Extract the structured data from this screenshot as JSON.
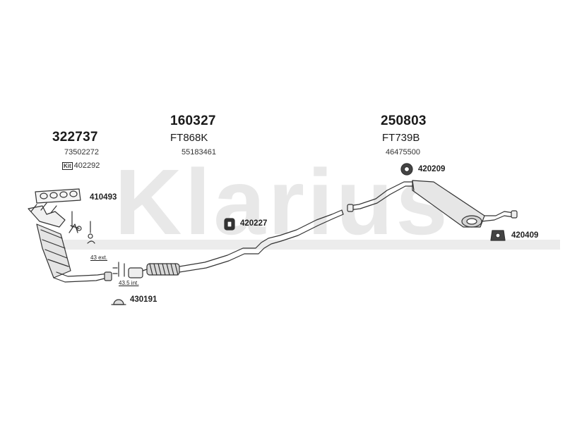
{
  "watermark": {
    "text": "Klarius"
  },
  "groups": [
    {
      "part_number": "322737",
      "sub_ref": "73502272",
      "kit_label": "Kit",
      "kit_number": "402292"
    },
    {
      "part_number": "160327",
      "code": "FT868K",
      "sub_ref": "55183461"
    },
    {
      "part_number": "250803",
      "code": "FT739B",
      "sub_ref": "46475500"
    }
  ],
  "fittings": [
    {
      "number": "410493",
      "icon": "gasket-icon"
    },
    {
      "number": "420227",
      "icon": "rubber-hanger-icon"
    },
    {
      "number": "420209",
      "icon": "rubber-mount-icon"
    },
    {
      "number": "420409",
      "icon": "rubber-mount-icon"
    },
    {
      "number": "430191",
      "icon": "clamp-icon"
    }
  ],
  "dimensions": [
    {
      "text": "43 ext."
    },
    {
      "text": "43.5 int."
    }
  ],
  "colors": {
    "watermark": "#e9e9e9",
    "line": "#333333",
    "text": "#1a1a1a"
  }
}
